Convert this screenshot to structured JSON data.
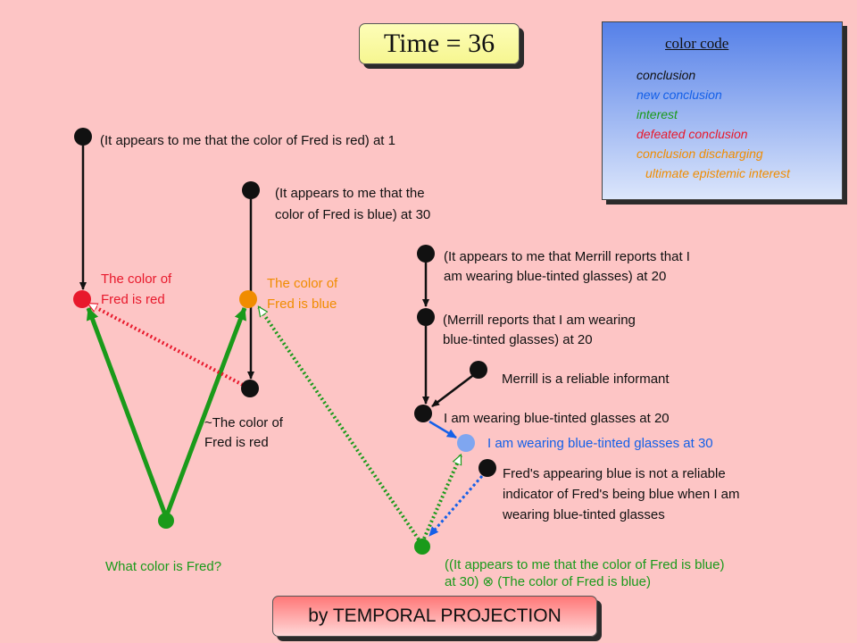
{
  "header": {
    "time_label": "Time = 36"
  },
  "legend": {
    "title": "color code",
    "items": [
      {
        "label": "conclusion",
        "color": "#111111"
      },
      {
        "label": "new conclusion",
        "color": "#1460e8"
      },
      {
        "label": "interest",
        "color": "#1a9a1a"
      },
      {
        "label": "defeated conclusion",
        "color": "#e8192c"
      },
      {
        "label": "conclusion discharging",
        "color": "#f08c00"
      },
      {
        "label": "ultimate epistemic interest",
        "color": "#f08c00"
      }
    ]
  },
  "nodes": {
    "red_appears_line1": "(It appears to me that the color of Fred is red) at 1",
    "blue_appears_line1": "(It appears to me that the",
    "blue_appears_line2": "color of Fred is blue) at 30",
    "merrill_appears_line1": "(It appears to me that Merrill reports that I",
    "merrill_appears_line2": "am wearing blue-tinted glasses) at 20",
    "merrill_reports_line1": "(Merrill reports that I am wearing",
    "merrill_reports_line2": "blue-tinted glasses) at 20",
    "reliable_informant": "Merrill is a reliable informant",
    "wearing_20": "I am wearing blue-tinted glasses at 20",
    "wearing_30": "I am wearing blue-tinted glasses at 30",
    "defeater_line1": "Fred's appearing blue is not a reliable",
    "defeater_line2": "indicator of Fred's being blue when I am",
    "defeater_line3": "wearing blue-tinted glasses",
    "fred_red_line1": "The color of",
    "fred_red_line2": "Fred is red",
    "fred_blue_line1": "The color of",
    "fred_blue_line2": "Fred is blue",
    "not_red_line1": "~The color of",
    "not_red_line2": "Fred is red",
    "query": "What color is Fred?",
    "conditional_line1": "((It appears to me that the color of Fred is blue)",
    "conditional_line2": "at 30) ⊗  (The color of Fred is blue)"
  },
  "footer": {
    "label": "by TEMPORAL PROJECTION"
  },
  "colors": {
    "background": "#fdc5c5",
    "conclusion": "#111111",
    "defeated": "#e8192c",
    "discharging": "#f08c00",
    "interest": "#1a9a1a",
    "new_conclusion": "#7fa6f0"
  }
}
